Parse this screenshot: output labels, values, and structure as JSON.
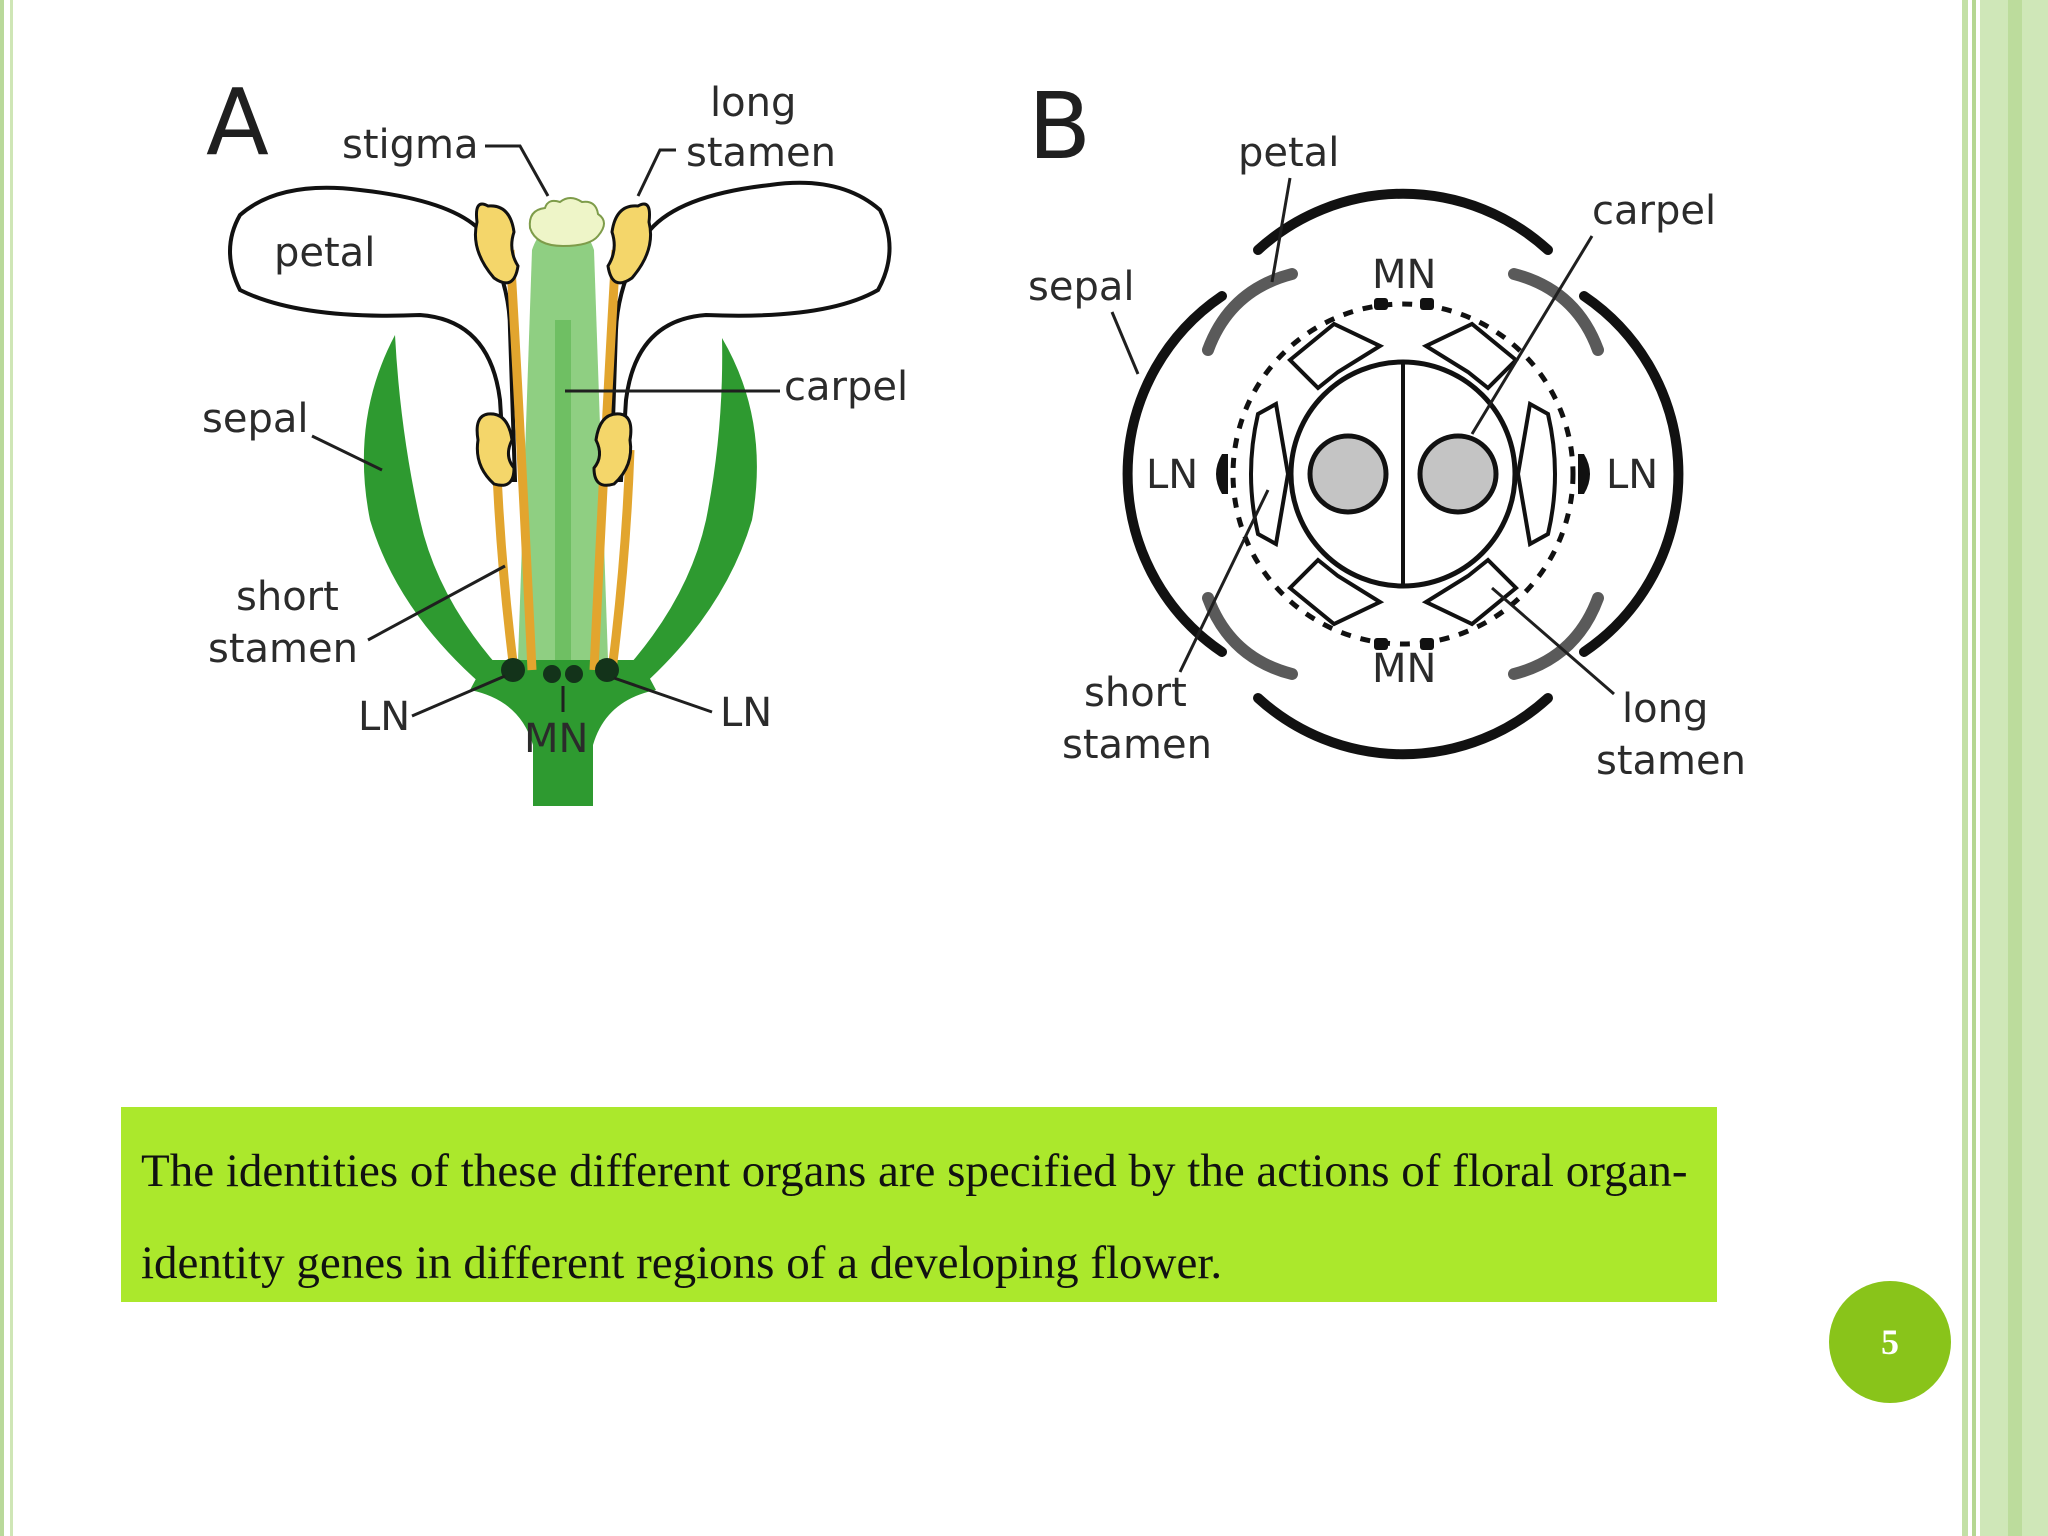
{
  "panel_a": {
    "letter": "A",
    "labels": {
      "stigma": "stigma",
      "long_stamen_1": "long",
      "long_stamen_2": "stamen",
      "petal": "petal",
      "carpel": "carpel",
      "sepal": "sepal",
      "short_stamen_1": "short",
      "short_stamen_2": "stamen",
      "ln_left": "LN",
      "mn": "MN",
      "ln_right": "LN"
    }
  },
  "panel_b": {
    "letter": "B",
    "labels": {
      "petal": "petal",
      "carpel": "carpel",
      "sepal": "sepal",
      "mn_top": "MN",
      "ln_left": "LN",
      "ln_right": "LN",
      "mn_bottom": "MN",
      "short_stamen_1": "short",
      "short_stamen_2": "stamen",
      "long_stamen_1": "long",
      "long_stamen_2": "stamen"
    }
  },
  "caption": "The identities of these different organs are specified by the actions of floral organ-identity genes in different regions of a developing flower.",
  "page_number": "5",
  "colors": {
    "caption_bg": "#abe82c",
    "badge_bg": "#89c41a",
    "sepal_green": "#2e9a30",
    "carpel_green": "#8fcf82",
    "stamen_orange": "#e2a52e",
    "anther_yellow": "#f4d66a",
    "frame_green": "#c3e0a6"
  }
}
